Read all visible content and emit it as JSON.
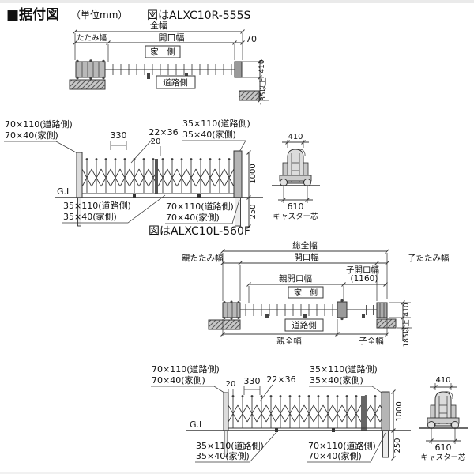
{
  "doc": {
    "title": "■据付図",
    "unit": "（単位mm）",
    "fig1": "図はALXC10R-555S",
    "fig2": "図はALXC10L-560F"
  },
  "labels": {
    "house": "家　側",
    "road": "道路側",
    "gl": "G.L",
    "caster": "キャスター芯"
  },
  "dims": {
    "zenpuku": "全幅",
    "tatami": "たたみ幅",
    "kaikou": "開口幅",
    "p70": "70",
    "d410": "410",
    "d185": "185以上",
    "d330": "330",
    "d22x36": "22×36",
    "d20": "20",
    "d1000": "1000",
    "d250": "250",
    "d610": "610",
    "r70_110": "70×110(道路側)",
    "h70_40": "70×40(家側)",
    "r35_110": "35×110(道路側)",
    "h35_40": "35×40(家側)",
    "sou": "総全幅",
    "oya_t": "親たたみ幅",
    "ko_t": "子たたみ幅",
    "oya_k": "親開口幅",
    "ko_k": "子開口幅",
    "v1160": "(1160)",
    "oya_z": "親全幅",
    "ko_z": "子全幅"
  }
}
